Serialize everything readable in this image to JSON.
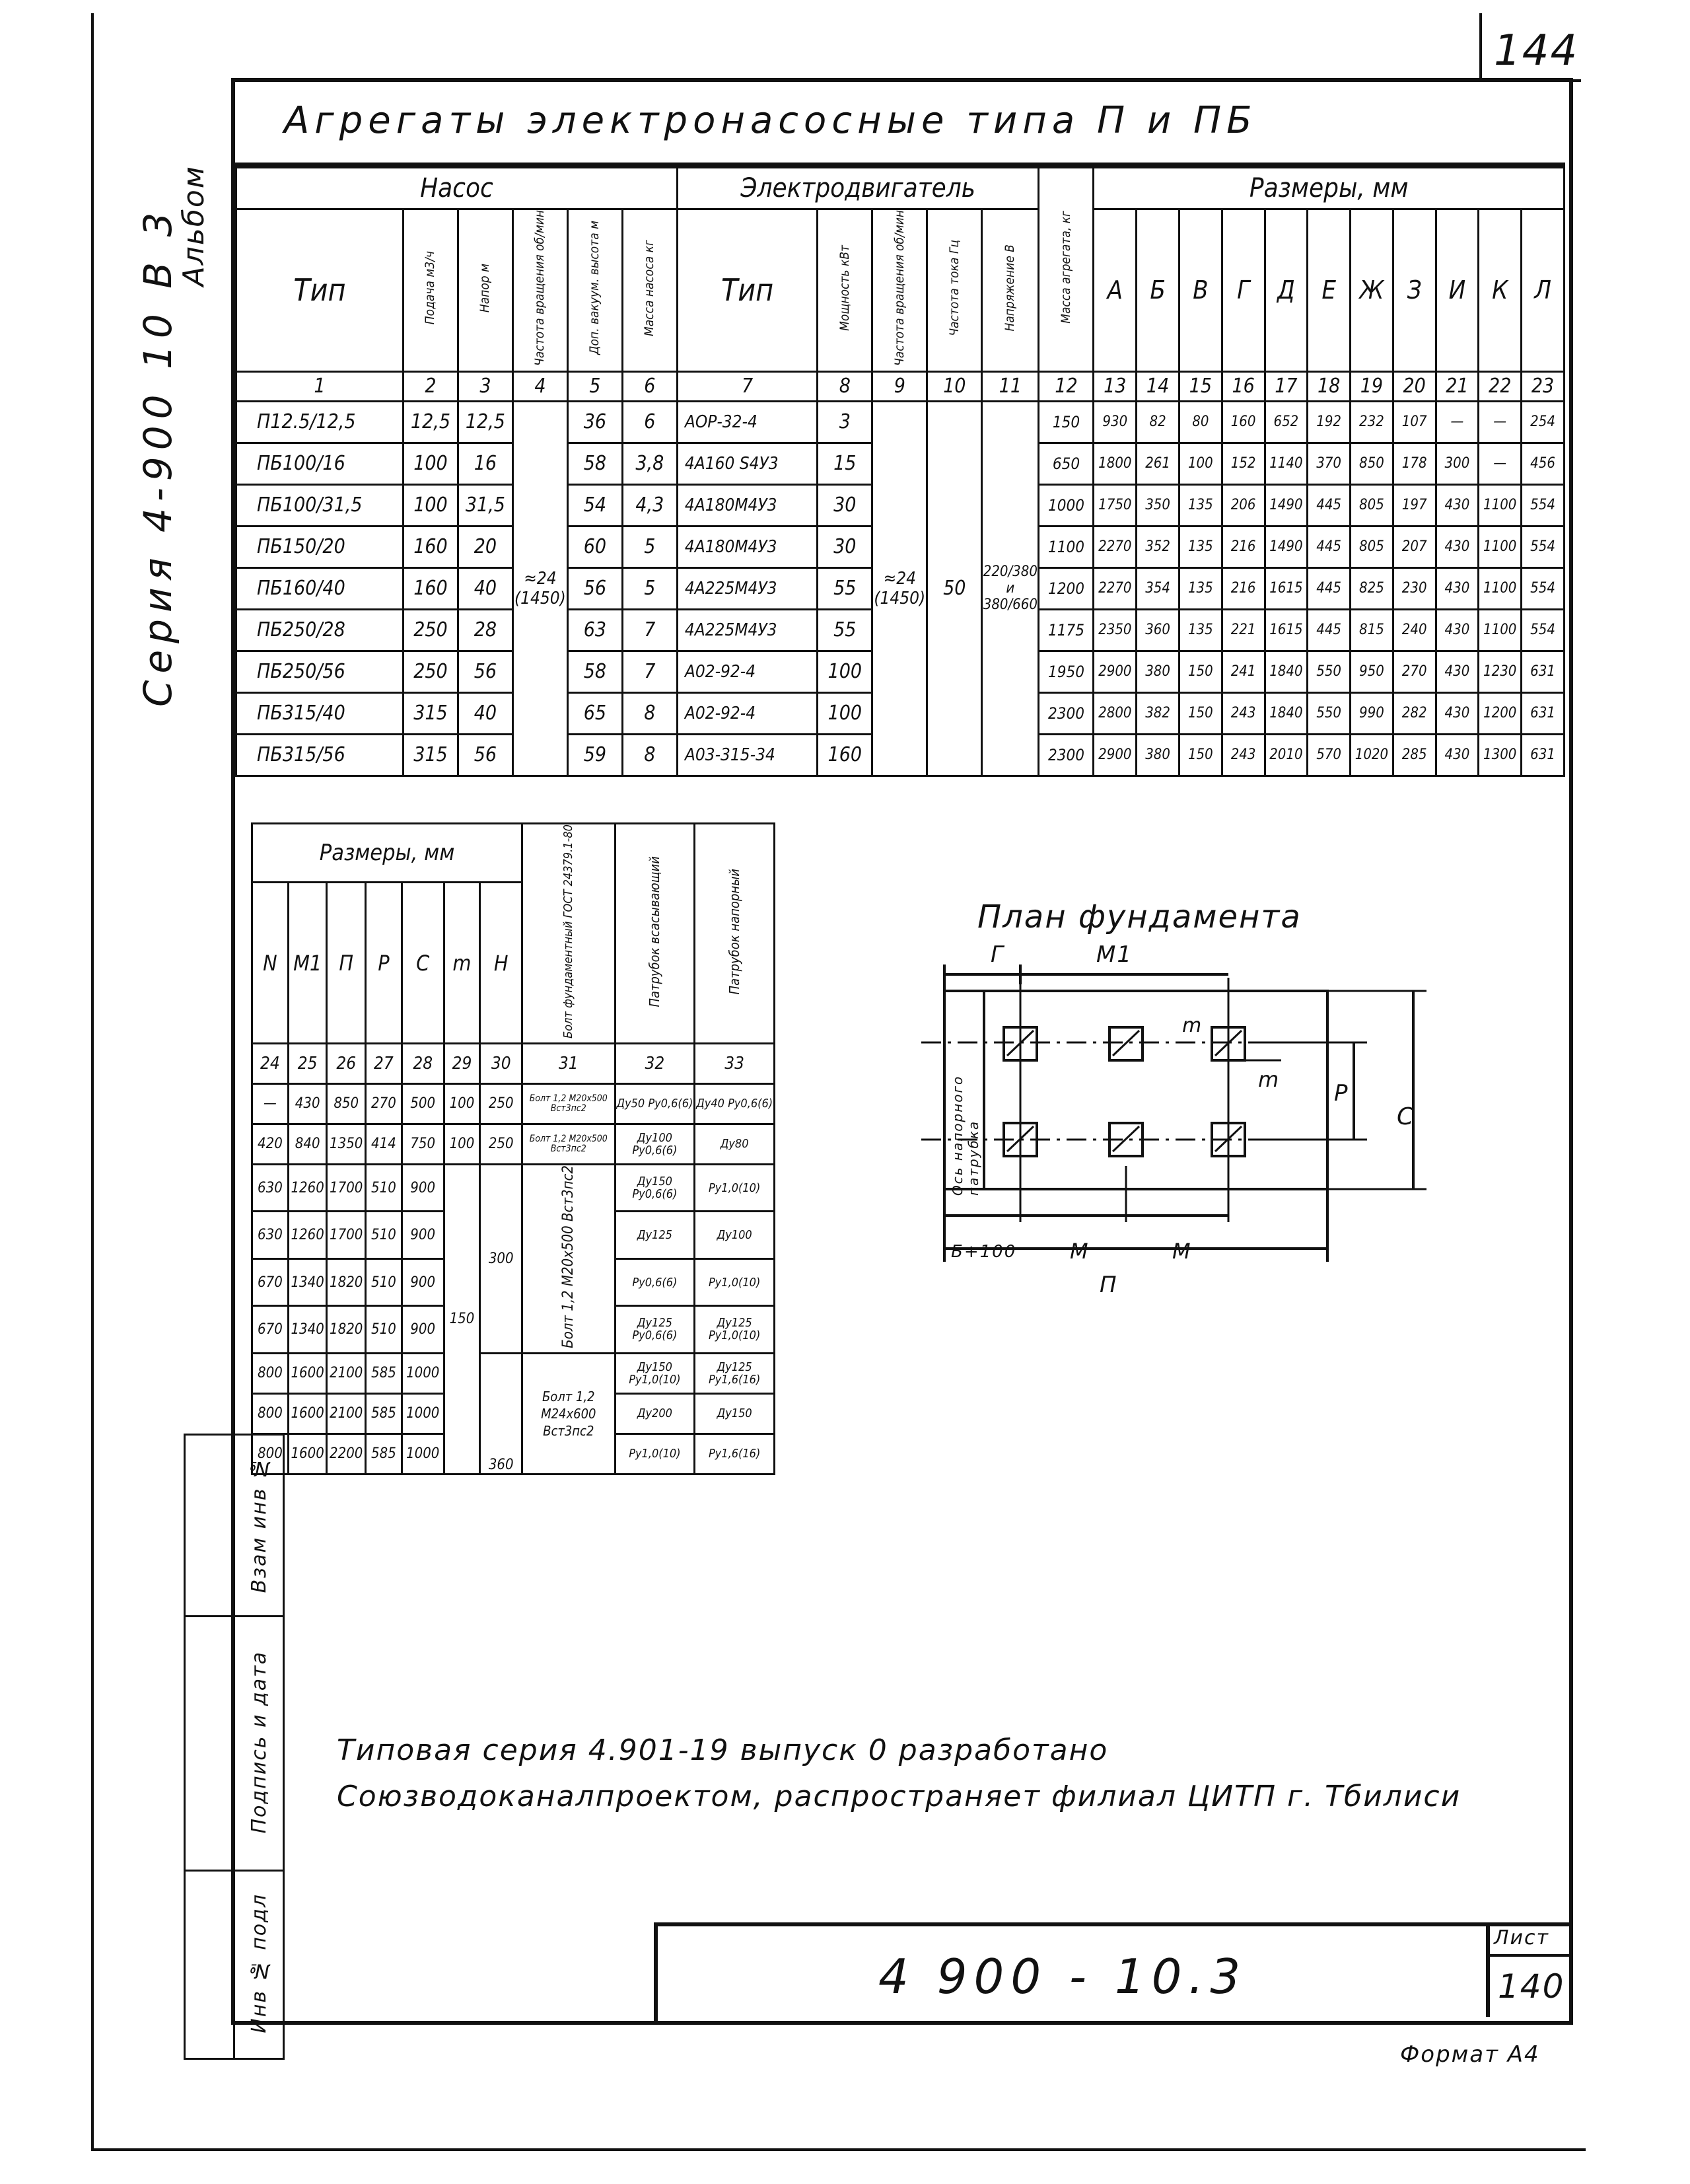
{
  "sheet_number": "144",
  "side_labels": {
    "album": "Альбом",
    "series": "Серия 4-900 10 В 3"
  },
  "title": "Агрегаты электронасосные типа П и ПБ",
  "main_table": {
    "group_pump": "Насос",
    "group_motor": "Электродвигатель",
    "group_sizes": "Размеры, мм",
    "col_type": "Тип",
    "col_flow": "Подача м3/ч",
    "col_head": "Напор м",
    "col_c4": "Частота вращения об/мин",
    "col_c5": "Доп. вакуум. высота м",
    "col_c6": "Масса насоса кг",
    "col_motor_type": "Тип",
    "col_power": "Мощность кВт",
    "col_speed": "Частота вращения об/мин",
    "col_freq": "Частота тока Гц",
    "col_voltage": "Напряжение В",
    "col_mass": "Масса агрегата, кг",
    "size_letters": [
      "А",
      "Б",
      "В",
      "Г",
      "Д",
      "Е",
      "Ж",
      "З",
      "И",
      "К",
      "Л"
    ],
    "col_numbers": [
      "1",
      "2",
      "3",
      "4",
      "5",
      "6",
      "7",
      "8",
      "9",
      "10",
      "11",
      "12",
      "13",
      "14",
      "15",
      "16",
      "17",
      "18",
      "19",
      "20",
      "21",
      "22",
      "23"
    ],
    "merged_c4": "≈24 (1450)",
    "merged_c9": "≈24 (1450)",
    "merged_c10": "50",
    "merged_c11": "220/380 и 380/660",
    "rows": [
      {
        "type": "П12.5/12,5",
        "q": "12,5",
        "h": "12,5",
        "c5": "36",
        "c6": "6",
        "motor": "АОР-32-4",
        "p": "3",
        "m": "150",
        "s": [
          "930",
          "82",
          "80",
          "160",
          "652",
          "192",
          "232",
          "107",
          "—",
          "—",
          "254"
        ]
      },
      {
        "type": "ПБ100/16",
        "q": "100",
        "h": "16",
        "c5": "58",
        "c6": "3,8",
        "motor": "4А160 S4У3",
        "p": "15",
        "m": "650",
        "s": [
          "1800",
          "261",
          "100",
          "152",
          "1140",
          "370",
          "850",
          "178",
          "300",
          "—",
          "456"
        ]
      },
      {
        "type": "ПБ100/31,5",
        "q": "100",
        "h": "31,5",
        "c5": "54",
        "c6": "4,3",
        "motor": "4А180М4У3",
        "p": "30",
        "m": "1000",
        "s": [
          "1750",
          "350",
          "135",
          "206",
          "1490",
          "445",
          "805",
          "197",
          "430",
          "1100",
          "554"
        ]
      },
      {
        "type": "ПБ150/20",
        "q": "160",
        "h": "20",
        "c5": "60",
        "c6": "5",
        "motor": "4А180М4У3",
        "p": "30",
        "m": "1100",
        "s": [
          "2270",
          "352",
          "135",
          "216",
          "1490",
          "445",
          "805",
          "207",
          "430",
          "1100",
          "554"
        ]
      },
      {
        "type": "ПБ160/40",
        "q": "160",
        "h": "40",
        "c5": "56",
        "c6": "5",
        "motor": "4А225М4У3",
        "p": "55",
        "m": "1200",
        "s": [
          "2270",
          "354",
          "135",
          "216",
          "1615",
          "445",
          "825",
          "230",
          "430",
          "1100",
          "554"
        ]
      },
      {
        "type": "ПБ250/28",
        "q": "250",
        "h": "28",
        "c5": "63",
        "c6": "7",
        "motor": "4А225М4У3",
        "p": "55",
        "m": "1175",
        "s": [
          "2350",
          "360",
          "135",
          "221",
          "1615",
          "445",
          "815",
          "240",
          "430",
          "1100",
          "554"
        ]
      },
      {
        "type": "ПБ250/56",
        "q": "250",
        "h": "56",
        "c5": "58",
        "c6": "7",
        "motor": "А02-92-4",
        "p": "100",
        "m": "1950",
        "s": [
          "2900",
          "380",
          "150",
          "241",
          "1840",
          "550",
          "950",
          "270",
          "430",
          "1230",
          "631"
        ]
      },
      {
        "type": "ПБ315/40",
        "q": "315",
        "h": "40",
        "c5": "65",
        "c6": "8",
        "motor": "А02-92-4",
        "p": "100",
        "m": "2300",
        "s": [
          "2800",
          "382",
          "150",
          "243",
          "1840",
          "550",
          "990",
          "282",
          "430",
          "1200",
          "631"
        ]
      },
      {
        "type": "ПБ315/56",
        "q": "315",
        "h": "56",
        "c5": "59",
        "c6": "8",
        "motor": "А03-315-34",
        "p": "160",
        "m": "2300",
        "s": [
          "2900",
          "380",
          "150",
          "243",
          "2010",
          "570",
          "1020",
          "285",
          "430",
          "1300",
          "631"
        ]
      }
    ]
  },
  "second_table": {
    "group_sizes": "Размеры, мм",
    "letters": [
      "N",
      "М1",
      "П",
      "Р",
      "С",
      "m",
      "Н"
    ],
    "col31": "Болт фундаментный ГОСТ 24379.1-80",
    "col32": "Патрубок всасывающий",
    "col33": "Патрубок напорный",
    "col_numbers": [
      "24",
      "25",
      "26",
      "27",
      "28",
      "29",
      "30",
      "31",
      "32",
      "33"
    ],
    "rows": [
      {
        "v": [
          "—",
          "430",
          "850",
          "270",
          "500",
          "100",
          "250"
        ],
        "bolt": "Болт 1,2 М20х500 Вст3пс2",
        "suc": "Ду50 Ру0,6(6)",
        "dis": "Ду40 Ру0,6(6)"
      },
      {
        "v": [
          "420",
          "840",
          "1350",
          "414",
          "750",
          "100",
          "250"
        ],
        "bolt": "Болт 1,2 М20х500 Вст3пс2",
        "suc": "Ду100 Ру0,6(6)",
        "dis": "Ду80"
      },
      {
        "v": [
          "630",
          "1260",
          "1700",
          "510",
          "900",
          "",
          ""
        ],
        "bolt": "",
        "suc": "Ду150 Ру0,6(6)",
        "dis": "Ру1,0(10)"
      },
      {
        "v": [
          "630",
          "1260",
          "1700",
          "510",
          "900",
          "",
          ""
        ],
        "bolt": "",
        "suc": "Ду125",
        "dis": "Ду100"
      },
      {
        "v": [
          "670",
          "1340",
          "1820",
          "510",
          "900",
          "150",
          "300"
        ],
        "bolt": "",
        "suc": "Ру0,6(6)",
        "dis": "Ру1,0(10)"
      },
      {
        "v": [
          "670",
          "1340",
          "1820",
          "510",
          "900",
          "",
          ""
        ],
        "bolt": "",
        "suc": "Ду125 Ру0,6(6)",
        "dis": "Ду125 Ру1,0(10)"
      },
      {
        "v": [
          "800",
          "1600",
          "2100",
          "585",
          "1000",
          "",
          ""
        ],
        "bolt": "",
        "suc": "Ду150 Ру1,0(10)",
        "dis": "Ду125 Ру1,6(16)"
      },
      {
        "v": [
          "800",
          "1600",
          "2100",
          "585",
          "1000",
          "",
          ""
        ],
        "bolt": "",
        "suc": "Ду200",
        "dis": "Ду150"
      },
      {
        "v": [
          "800",
          "1600",
          "2200",
          "585",
          "1000",
          "",
          "360"
        ],
        "bolt": "",
        "suc": "Ру1,0(10)",
        "dis": "Ру1,6(16)"
      }
    ],
    "bolt_merged_1": "Болт 1,2 М20х500 Вст3пс2",
    "bolt_merged_2": "Болт 1,2 М24х600 Вст3пс2"
  },
  "plan": {
    "title": "План фундамента",
    "label_g": "Г",
    "label_m1": "М1",
    "label_m_top": "m",
    "label_m_right": "m",
    "label_p": "Р",
    "label_c": "С",
    "label_axis": "Ось напорного патрубка",
    "label_b": "Б+100",
    "label_m_bottom1": "М",
    "label_m_bottom2": "М",
    "label_n": "П"
  },
  "left_stamp": [
    "Взам инв №",
    "Подпись и дата",
    "Инв № подл"
  ],
  "footer_note": "Типовая серия 4.901-19 выпуск 0 разработано Союзводоканалпроектом, распространяет филиал ЦИТП г. Тбилиси",
  "doc_code": "4 900 - 10.3",
  "list_label": "Лист",
  "list_number": "140",
  "format": "Формат А4"
}
